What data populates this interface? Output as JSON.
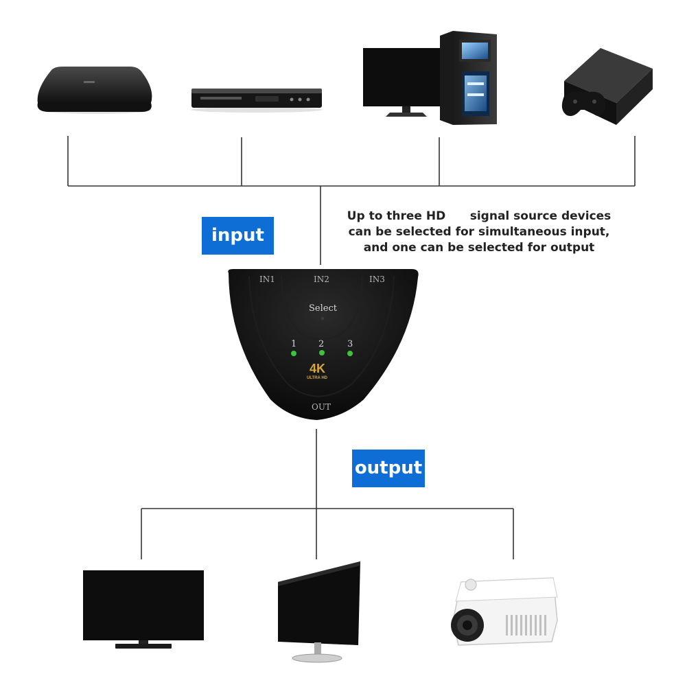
{
  "caption": {
    "line1": "Up to three HD      signal source devices",
    "line2": "can be selected for simultaneous input,",
    "line3": "and one can be selected for output"
  },
  "badges": {
    "input": "input",
    "output": "output"
  },
  "switch": {
    "ports": [
      "IN1",
      "IN2",
      "IN3"
    ],
    "select_label": "Select",
    "leds": [
      "1",
      "2",
      "3"
    ],
    "logo_main": "4K",
    "logo_sub": "ULTRA HD",
    "output_label": "OUT"
  },
  "colors": {
    "badge": "#0f6ed6",
    "led": "#3cc43c",
    "logo_gold": "#d6a83a",
    "device_black": "#0d0d0d"
  },
  "input_devices": [
    "set-top-box",
    "dvd-player",
    "desktop-computer",
    "game-console"
  ],
  "output_devices": [
    "flat-tv",
    "monitor",
    "projector"
  ]
}
